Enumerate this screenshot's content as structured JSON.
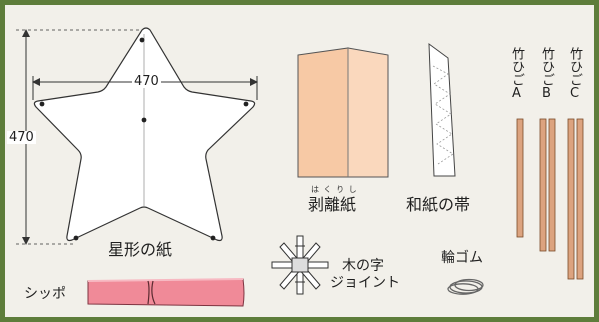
{
  "materials": {
    "star": {
      "label": "星形の紙",
      "width_dim": "470",
      "height_dim": "470"
    },
    "release_paper": {
      "ruby": "は く り し",
      "label": "剥離紙"
    },
    "washi_band": {
      "label": "和紙の帯"
    },
    "bamboo_sticks": {
      "a": "竹ひごA",
      "b": "竹ひごB",
      "c": "竹ひごC"
    },
    "joint": {
      "line1": "木の字",
      "line2": "ジョイント"
    },
    "rubber_band": {
      "label": "輪ゴム"
    },
    "tail": {
      "label": "シッポ"
    }
  },
  "colors": {
    "frame": "#5e7d3b",
    "background": "#f2f0ea",
    "release_paper_fill": "#f7c9a5",
    "tail_fill": "#f08a98",
    "bamboo_fill": "#dca37f"
  }
}
